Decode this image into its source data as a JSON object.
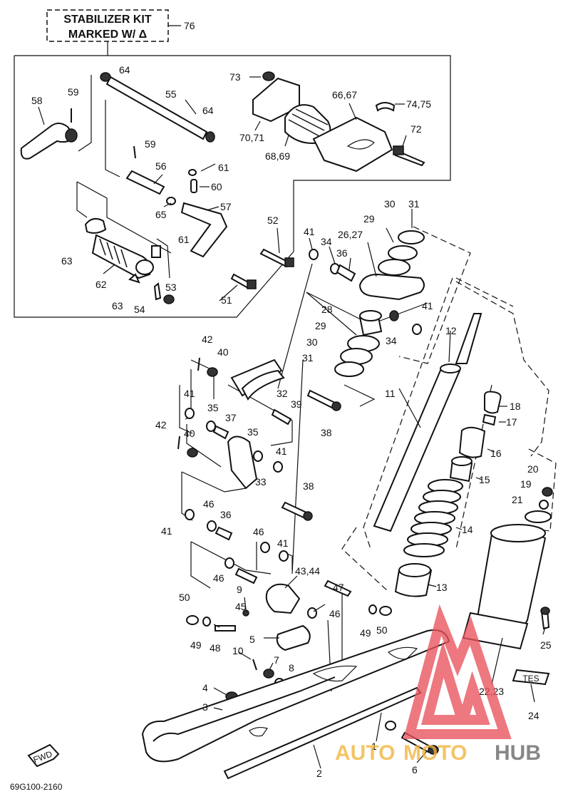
{
  "kit_box": {
    "line1": "STABILIZER KIT",
    "line2": "MARKED W/ Δ",
    "ref": "76"
  },
  "figure_code": "69G100-2160",
  "fwd_label": "FWD",
  "tes_badge": "TES",
  "watermark": {
    "part1": "AUTO",
    "part2": "MOTO",
    "part3": "HUB",
    "logo_color": "#e8525b",
    "text_color": "#f0b43c",
    "hub_color": "#666666"
  },
  "callouts": [
    "64",
    "59",
    "58",
    "55",
    "64",
    "73",
    "66,67",
    "74,75",
    "70,71",
    "68,69",
    "72",
    "59",
    "56",
    "61",
    "60",
    "65",
    "57",
    "52",
    "63",
    "62",
    "63",
    "54",
    "53",
    "51",
    "61",
    "30",
    "31",
    "29",
    "26,27",
    "41",
    "34",
    "36",
    "28",
    "41",
    "29",
    "34",
    "30",
    "31",
    "42",
    "40",
    "12",
    "32",
    "39",
    "11",
    "38",
    "41",
    "35",
    "37",
    "18",
    "17",
    "42",
    "40",
    "35",
    "41",
    "16",
    "15",
    "33",
    "20",
    "38",
    "19",
    "21",
    "14",
    "46",
    "36",
    "41",
    "46",
    "41",
    "43,44",
    "46",
    "13",
    "47",
    "9",
    "45",
    "46",
    "50",
    "49",
    "50",
    "25",
    "49",
    "48",
    "5",
    "10",
    "7",
    "8",
    "4",
    "3",
    "22,23",
    "24",
    "1",
    "2",
    "6"
  ]
}
